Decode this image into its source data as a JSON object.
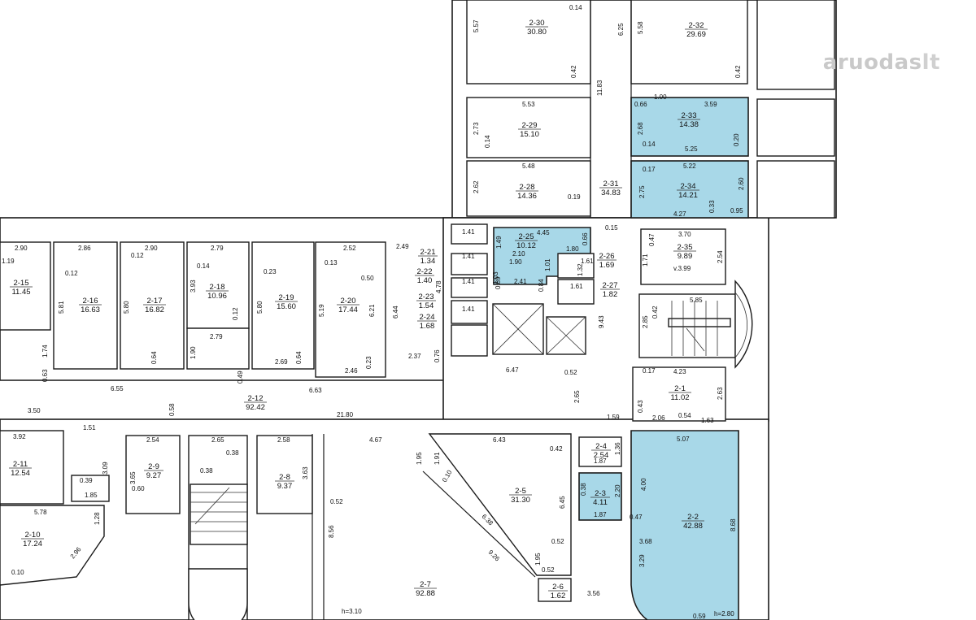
{
  "watermark": {
    "brand": "aruodas",
    "tld": "lt"
  },
  "rooms": [
    {
      "id": "2-30",
      "area": "30.80",
      "highlighted": false
    },
    {
      "id": "2-32",
      "area": "29.69",
      "highlighted": false
    },
    {
      "id": "2-29",
      "area": "15.10",
      "highlighted": false
    },
    {
      "id": "2-33",
      "area": "14.38",
      "highlighted": true
    },
    {
      "id": "2-28",
      "area": "14.36",
      "highlighted": false
    },
    {
      "id": "2-31",
      "area": "34.83",
      "highlighted": false
    },
    {
      "id": "2-34",
      "area": "14.21",
      "highlighted": true
    },
    {
      "id": "2-15",
      "area": "11.45",
      "highlighted": false
    },
    {
      "id": "2-16",
      "area": "16.63",
      "highlighted": false
    },
    {
      "id": "2-17",
      "area": "16.82",
      "highlighted": false
    },
    {
      "id": "2-18",
      "area": "10.96",
      "highlighted": false
    },
    {
      "id": "2-19",
      "area": "15.60",
      "highlighted": false
    },
    {
      "id": "2-20",
      "area": "17.44",
      "highlighted": false
    },
    {
      "id": "2-21",
      "area": "1.34",
      "highlighted": false
    },
    {
      "id": "2-22",
      "area": "1.40",
      "highlighted": false
    },
    {
      "id": "2-23",
      "area": "1.54",
      "highlighted": false
    },
    {
      "id": "2-24",
      "area": "1.68",
      "highlighted": false
    },
    {
      "id": "2-25",
      "area": "10.12",
      "highlighted": true
    },
    {
      "id": "2-26",
      "area": "1.69",
      "highlighted": false
    },
    {
      "id": "2-27",
      "area": "1.82",
      "highlighted": false
    },
    {
      "id": "2-35",
      "area": "9.89",
      "highlighted": false
    },
    {
      "id": "2-1",
      "area": "11.02",
      "highlighted": false
    },
    {
      "id": "2-12",
      "area": "92.42",
      "highlighted": false
    },
    {
      "id": "2-11",
      "area": "12.54",
      "highlighted": false
    },
    {
      "id": "2-9",
      "area": "9.27",
      "highlighted": false
    },
    {
      "id": "2-8",
      "area": "9.37",
      "highlighted": false
    },
    {
      "id": "2-5",
      "area": "31.30",
      "highlighted": false
    },
    {
      "id": "2-4",
      "area": "2.54",
      "highlighted": false
    },
    {
      "id": "2-3",
      "area": "4.11",
      "highlighted": true
    },
    {
      "id": "2-2",
      "area": "42.88",
      "highlighted": true
    },
    {
      "id": "2-10",
      "area": "17.24",
      "highlighted": false
    },
    {
      "id": "2-7",
      "area": "92.88",
      "highlighted": false
    },
    {
      "id": "2-6",
      "area": "1.62",
      "highlighted": false
    }
  ],
  "dimensions": [
    "0.14",
    "5.57",
    "6.25",
    "5.58",
    "0.42",
    "0.42",
    "11.83",
    "5.53",
    "1.00",
    "0.66",
    "3.59",
    "2.73",
    "0.14",
    "2.68",
    "0.14",
    "5.25",
    "0.20",
    "5.48",
    "0.17",
    "5.22",
    "2.62",
    "0.19",
    "2.75",
    "2.60",
    "4.27",
    "0.33",
    "0.95",
    "2.90",
    "2.86",
    "2.90",
    "2.79",
    "2.52",
    "2.49",
    "0.12",
    "0.12",
    "0.14",
    "0.23",
    "0.13",
    "0.50",
    "5.81",
    "5.80",
    "3.93",
    "5.80",
    "5.19",
    "6.21",
    "6.44",
    "0.12",
    "1.41",
    "1.41",
    "1.41",
    "1.41",
    "4.45",
    "1.80",
    "0.15",
    "3.70",
    "0.47",
    "1.71",
    "2.54",
    "4.78",
    "1.49",
    "2.10",
    "1.90",
    "1.01",
    "1.61",
    "1.61",
    "0.84",
    "2.41",
    "0.89",
    "0.42",
    "5.85",
    "2.85",
    "9.43",
    "1.74",
    "0.64",
    "2.79",
    "1.90",
    "0.64",
    "0.23",
    "2.37",
    "0.76",
    "6.47",
    "0.52",
    "0.17",
    "4.23",
    "2.63",
    "0.63",
    "6.55",
    "0.49",
    "2.69",
    "2.46",
    "6.63",
    "2.65",
    "0.58",
    "3.50",
    "21.80",
    "1.51",
    "1.59",
    "2.06",
    "0.54",
    "1.63",
    "0.43",
    "3.92",
    "2.54",
    "2.65",
    "0.38",
    "2.58",
    "4.67",
    "1.95",
    "6.43",
    "0.42",
    "1.36",
    "1.87",
    "5.07",
    "3.09",
    "3.65",
    "0.39",
    "0.60",
    "0.38",
    "3.63",
    "1.91",
    "0.10",
    "0.38",
    "2.20",
    "4.00",
    "1.85",
    "5.78",
    "1.28",
    "0.52",
    "8.56",
    "6.38",
    "6.45",
    "1.87",
    "0.47",
    "8.68",
    "2.96",
    "9.26",
    "0.52",
    "3.29",
    "3.68",
    "0.10",
    "1.95",
    "0.52",
    "3.56",
    "0.59",
    "1.19",
    "0.66",
    "1.03",
    "1.32"
  ],
  "notes": {
    "h_left": "h=3.10",
    "h_right": "h=2.80",
    "v_label": "v.3.99"
  }
}
